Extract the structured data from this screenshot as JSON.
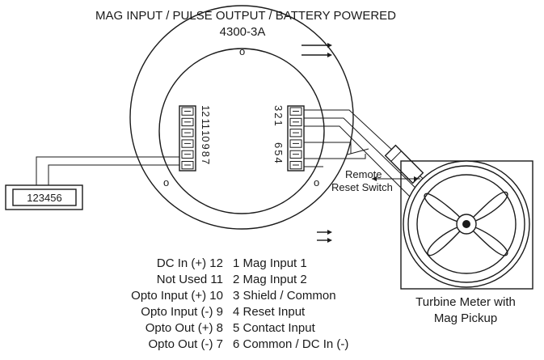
{
  "title": "MAG INPUT / PULSE OUTPUT / BATTERY POWERED",
  "model": "4300-3A",
  "display_value": "123456",
  "left_terminal_numbers": [
    "12",
    "11",
    "10",
    "9",
    "8",
    "7"
  ],
  "right_terminal_numbers": [
    "3",
    "2",
    "1",
    "6",
    "5",
    "4"
  ],
  "remote_switch_label": [
    "Remote",
    "Reset Switch"
  ],
  "meter_label": [
    "Turbine Meter with",
    "Mag Pickup"
  ],
  "left_legend": [
    "DC In (+) 12",
    "Not Used 11",
    "Opto Input (+) 10",
    "Opto Input (-) 9",
    "Opto Out (+) 8",
    "Opto Out (-) 7"
  ],
  "right_legend": [
    "1 Mag Input 1",
    "2 Mag Input 2",
    "3 Shield / Common",
    "4 Reset Input",
    "5 Contact Input",
    "6 Common / DC In (-)"
  ],
  "mounting_hole_glyph": "o",
  "colors": {
    "ink": "#1a1a1a",
    "background": "#ffffff"
  }
}
